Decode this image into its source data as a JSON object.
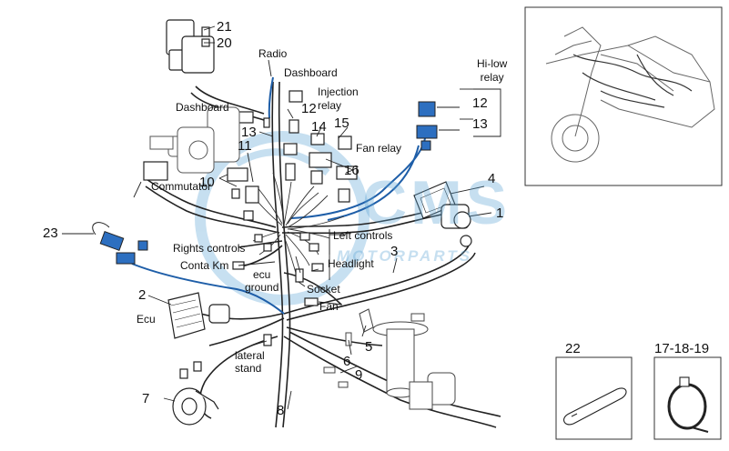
{
  "watermark": {
    "main": "CMS",
    "sub": "MOTORPARTS",
    "color": "#5fa6d6"
  },
  "parts": {
    "p1": "1",
    "p2": "2",
    "p3": "3",
    "p4": "4",
    "p5": "5",
    "p6": "6",
    "p7": "7",
    "p8": "8",
    "p9": "9",
    "p10": "10",
    "p11": "11",
    "p12a": "12",
    "p12b": "12",
    "p13a": "13",
    "p13b": "13",
    "p14": "14",
    "p15": "15",
    "p16": "16",
    "p20": "20",
    "p21": "21",
    "p22": "22",
    "p23": "23",
    "p17_18_19": "17-18-19"
  },
  "labels": {
    "radio": "Radio",
    "dashboard_top": "Dashboard",
    "dashboard_left": "Dashboard",
    "injection_relay": "Injection\nrelay",
    "fan_relay": "Fan relay",
    "hi_low_relay": "Hi-low\nrelay",
    "commutator": "Commutator",
    "rights_controls": "Rights controls",
    "conta_km": "Conta Km",
    "ecu_ground": "ecu\nground",
    "left_controls": "Left controls",
    "headlight": "Headlight",
    "socket": "Socket",
    "fan": "Fan",
    "ecu": "Ecu",
    "lateral_stand": "lateral\nstand"
  },
  "colors": {
    "highlight_wire": "#1e5ea8",
    "line": "#222222"
  }
}
